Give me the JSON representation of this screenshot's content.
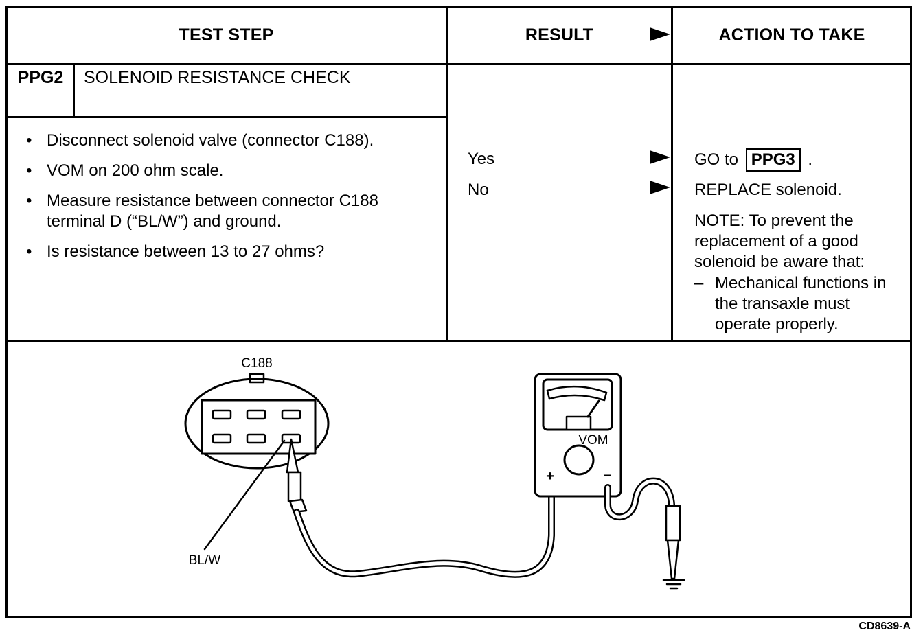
{
  "table": {
    "headers": {
      "test_step": "TEST STEP",
      "result": "RESULT",
      "action": "ACTION TO TAKE"
    },
    "step": {
      "id": "PPG2",
      "title": "SOLENOID RESISTANCE CHECK",
      "instructions": [
        "Disconnect solenoid valve (connector C188).",
        "VOM on 200 ohm scale.",
        "Measure resistance between connector C188 terminal D (“BL/W”) and ground.",
        "Is resistance between 13 to 27 ohms?"
      ]
    },
    "results": [
      {
        "result": "Yes",
        "action_prefix": "GO to",
        "action_ref": "PPG3",
        "action_suffix": "."
      },
      {
        "result": "No",
        "action": "REPLACE solenoid."
      }
    ],
    "note": {
      "text": "NOTE: To prevent the replacement of a good solenoid be aware that:",
      "items": [
        "Mechanical functions in the transaxle must operate properly."
      ]
    }
  },
  "illustration": {
    "connector_label": "C188",
    "wire_label": "BL/W",
    "meter_label": "VOM",
    "plus_label": "+",
    "minus_label": "–",
    "ground_icon": "ground-symbol"
  },
  "figure_id": "CD8639-A"
}
